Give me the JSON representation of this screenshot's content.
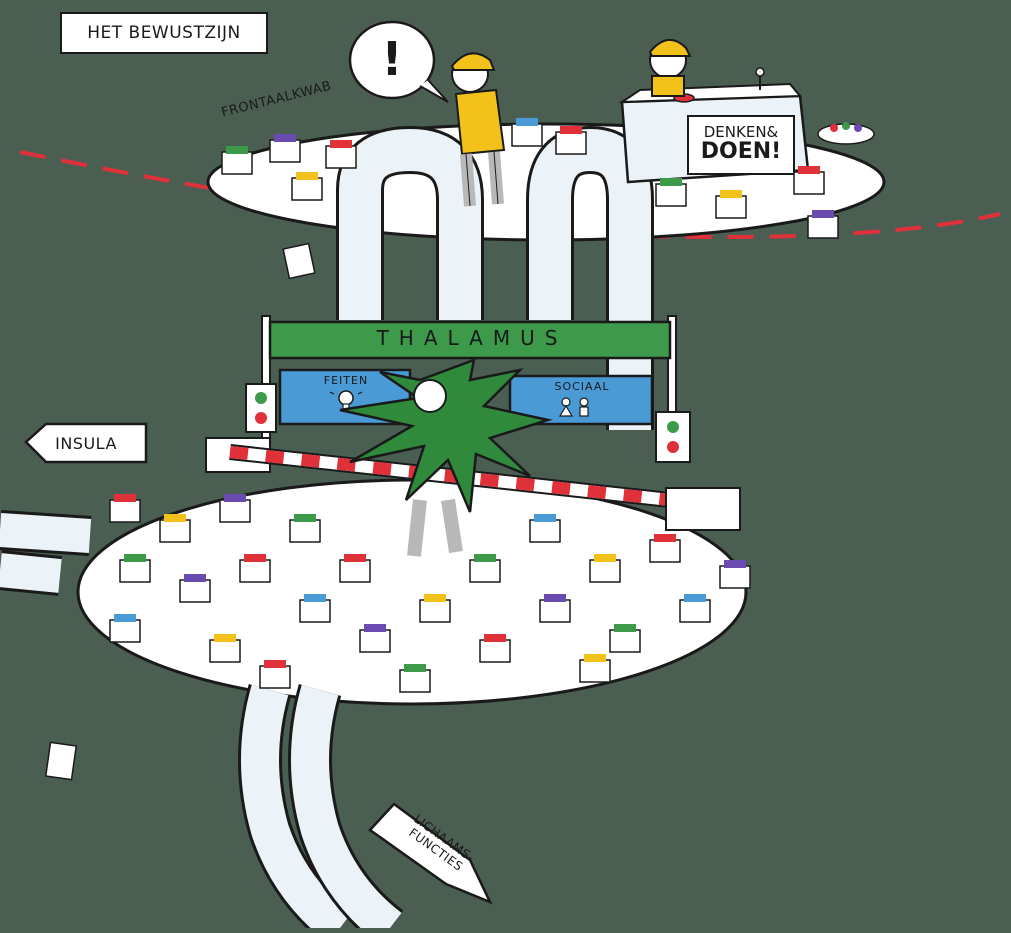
{
  "labels": {
    "title": "HET BEWUSTZIJN",
    "frontal_lobe": "FRONTAALKWAB",
    "thalamus": "THALAMUS",
    "facts": "FEITEN",
    "social": "SOCIAAL",
    "insula": "INSULA",
    "body_functions_line1": "LICHAAMS-",
    "body_functions_line2": "FUNCTIES",
    "action_line1": "DENKEN&",
    "action_line2": "DOEN!",
    "exclamation": "!"
  },
  "colors": {
    "background": "#4a5e52",
    "thalamus_banner": "#3c9a4a",
    "panel_blue": "#4a9ad6",
    "red_dashes": "#e0303a",
    "character_yellow": "#f2c21b",
    "character_green": "#2f8a3c"
  },
  "icons": [
    "lightbulb-icon",
    "people-icon"
  ]
}
